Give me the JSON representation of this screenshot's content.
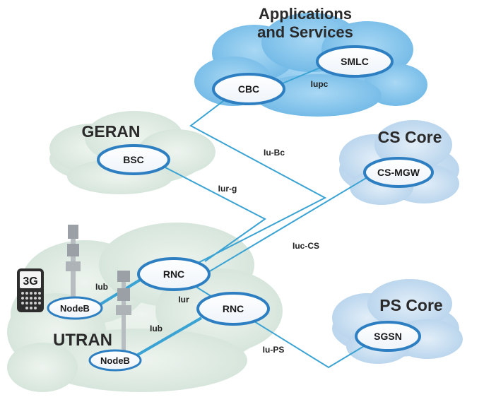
{
  "clouds": {
    "applications": {
      "title_line1": "Applications",
      "title_line2": "and Services"
    },
    "geran": {
      "title": "GERAN"
    },
    "cs_core": {
      "title": "CS Core"
    },
    "ps_core": {
      "title": "PS Core"
    },
    "utran": {
      "title": "UTRAN"
    }
  },
  "nodes": {
    "smlc": "SMLC",
    "cbc": "CBC",
    "bsc": "BSC",
    "cs_mgw": "CS-MGW",
    "rnc_upper": "RNC",
    "rnc_lower": "RNC",
    "nodeb_upper": "NodeB",
    "nodeb_lower": "NodeB",
    "sgsn": "SGSN"
  },
  "links": {
    "iupc": "Iupc",
    "iu_bc": "Iu-Bc",
    "iur_g": "Iur-g",
    "iuc_cs": "Iuc-CS",
    "iub_upper": "Iub",
    "iur": "Iur",
    "iub_lower": "Iub",
    "iu_ps": "Iu-PS"
  },
  "device": {
    "badge": "3G"
  },
  "colors": {
    "link": "#3aa3d4",
    "node_border": "#2d7fc1",
    "apps_cloud": "#8cc8ec",
    "geran_cloud": "#dde9e2",
    "core_cloud": "#c4dcef",
    "utran_cloud": "#dbe8e0"
  }
}
